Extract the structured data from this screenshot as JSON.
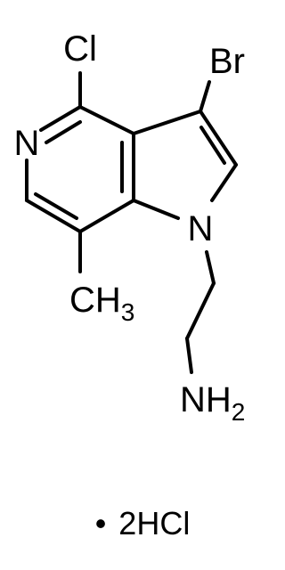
{
  "molecule": {
    "atoms": {
      "cl": "Cl",
      "br": "Br",
      "n_pyridine": "N",
      "n_pyrrole": "N",
      "methyl_c": "C",
      "methyl_h": "H",
      "methyl_sub": "3",
      "amine_n": "N",
      "amine_h": "H",
      "amine_sub": "2"
    },
    "salt": {
      "bullet": "•",
      "formula": "2HCl"
    }
  },
  "colors": {
    "line": "#000000",
    "background": "#ffffff"
  }
}
